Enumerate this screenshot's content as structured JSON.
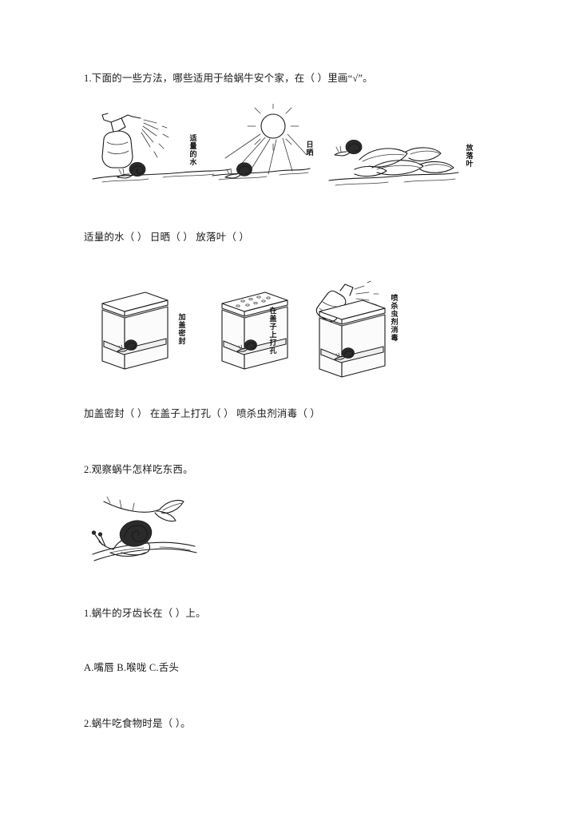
{
  "document": {
    "title": "科学练习题 - 蜗牛",
    "questions": [
      {
        "id": "q1",
        "prompt": "1.下面的一些方法，哪些适用于给蜗牛安个家，在（          ）里画“√”。"
      },
      {
        "id": "q1-answers-row1",
        "text": "适量的水（         ）              日晒（         ）        放落叶（         ）"
      },
      {
        "id": "q1-answers-row2",
        "text": "加盖密封（         ）       在盖子上打孔（         ）           喷杀虫剂消毒（         ）"
      },
      {
        "id": "q2",
        "prompt": "2.观察蜗牛怎样吃东西。"
      },
      {
        "id": "q2-sub1",
        "text": "1.蜗牛的牙齿长在（        ）上。"
      },
      {
        "id": "q2-sub1-options",
        "text": "A.嘴唇                    B.喉咙                  C.舌头"
      },
      {
        "id": "q2-sub2",
        "text": "2.蜗牛吃食物时是（        ）。"
      }
    ],
    "figure_labels": {
      "water": "适量的水",
      "sun": "日晒",
      "leaves": "放落叶",
      "sealed": "加盖密封",
      "holes": "在盖子上打孔",
      "pesticide": "喷杀虫剂消毒"
    },
    "figures": [
      {
        "name": "figure-spray-bottle-snail",
        "caption_label": "适量的水"
      },
      {
        "name": "figure-sun-snail",
        "caption_label": "日晒"
      },
      {
        "name": "figure-fallen-leaves-snail",
        "caption_label": "放落叶"
      },
      {
        "name": "figure-sealed-box-snail",
        "caption_label": "加盖密封"
      },
      {
        "name": "figure-perforated-lid-box-snail",
        "caption_label": "在盖子上打孔"
      },
      {
        "name": "figure-pesticide-spray-box-snail",
        "caption_label": "喷杀虫剂消毒"
      },
      {
        "name": "figure-snail-eating-on-branch",
        "caption_label": ""
      }
    ]
  },
  "colors": {
    "page_background": "#ffffff",
    "ink": "#1a1a1a",
    "light_fill": "#f2f2f2"
  }
}
